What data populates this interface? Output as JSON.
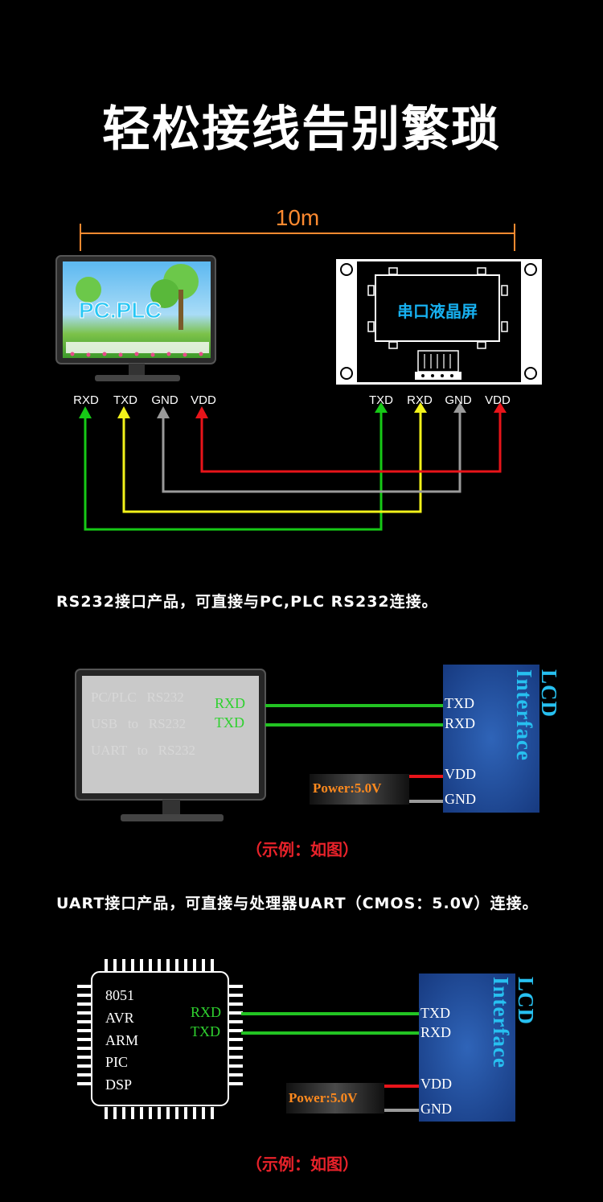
{
  "title": "轻松接线告别繁琐",
  "distance": "10m",
  "section1": {
    "pc_label": "PC.PLC",
    "lcd_label": "串口液晶屏",
    "left_pins": [
      "RXD",
      "TXD",
      "GND",
      "VDD"
    ],
    "right_pins": [
      "TXD",
      "RXD",
      "GND",
      "VDD"
    ],
    "colors": {
      "rxd": "#16c916",
      "txd": "#f2f21a",
      "gnd": "#9a9a9a",
      "vdd": "#e8141a"
    }
  },
  "section2": {
    "desc": "RS232接口产品，可直接与PC,PLC RS232连接。",
    "monitor_lines": [
      "PC/PLC   RS232",
      "USB   to   RS232",
      "UART   to   RS232"
    ],
    "rxd": "RXD",
    "txd": "TXD",
    "lcd_pins": [
      "TXD",
      "RXD",
      "VDD",
      "GND"
    ],
    "power": "Power:5.0V",
    "interface": "LCD Interface",
    "example": "（示例：如图）"
  },
  "section3": {
    "desc": "UART接口产品，可直接与处理器UART（CMOS：5.0V）连接。",
    "chips": [
      "8051",
      "AVR",
      "ARM",
      "PIC",
      "DSP"
    ],
    "rxd": "RXD",
    "txd": "TXD",
    "lcd_pins": [
      "TXD",
      "RXD",
      "VDD",
      "GND"
    ],
    "power": "Power:5.0V",
    "interface": "LCD Interface",
    "example": "（示例：如图）"
  }
}
